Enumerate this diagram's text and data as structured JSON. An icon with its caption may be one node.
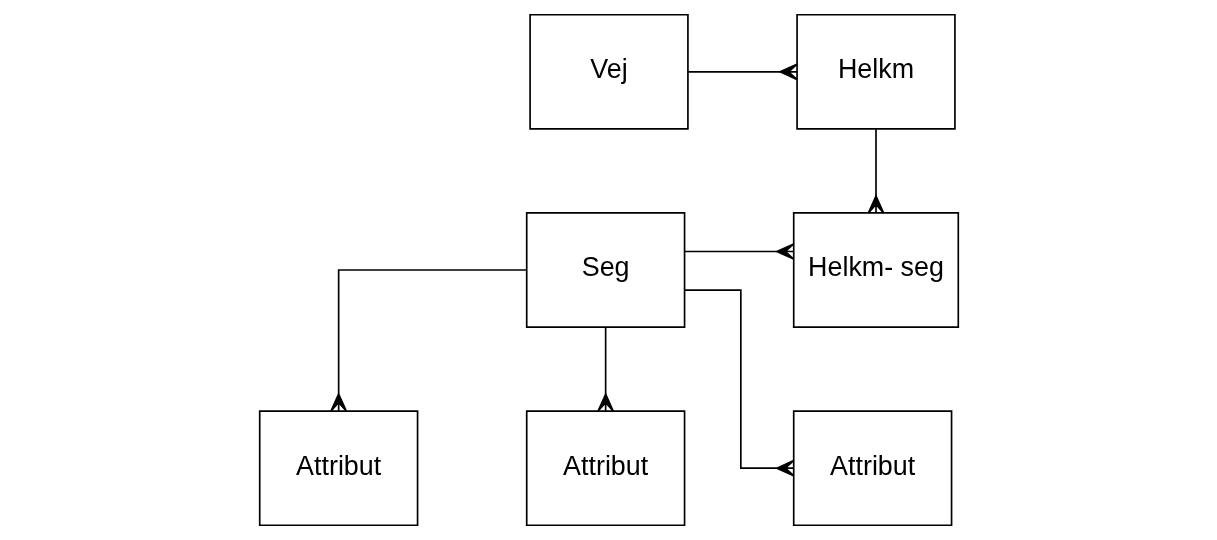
{
  "diagram": {
    "nodes": [
      {
        "text": [
          "Vej"
        ]
      },
      {
        "text": [
          "Helkm"
        ]
      },
      {
        "text": [
          "Seg"
        ]
      },
      {
        "text": [
          "Helkm- seg"
        ]
      },
      {
        "text": [
          "Attribut"
        ]
      },
      {
        "text": [
          "Attribut"
        ]
      },
      {
        "text": [
          "Attribut"
        ]
      }
    ],
    "edges": [
      {
        "from": 0,
        "to": 1,
        "arrow": "other"
      },
      {
        "from": 1,
        "to": 3,
        "arrow": "other"
      },
      {
        "from": 2,
        "to": 3,
        "arrow": "other"
      },
      {
        "from": 2,
        "to": 4,
        "arrow": "other"
      },
      {
        "from": 2,
        "to": 5,
        "arrow": "other"
      },
      {
        "from": 2,
        "to": 6,
        "arrow": "other"
      }
    ]
  }
}
